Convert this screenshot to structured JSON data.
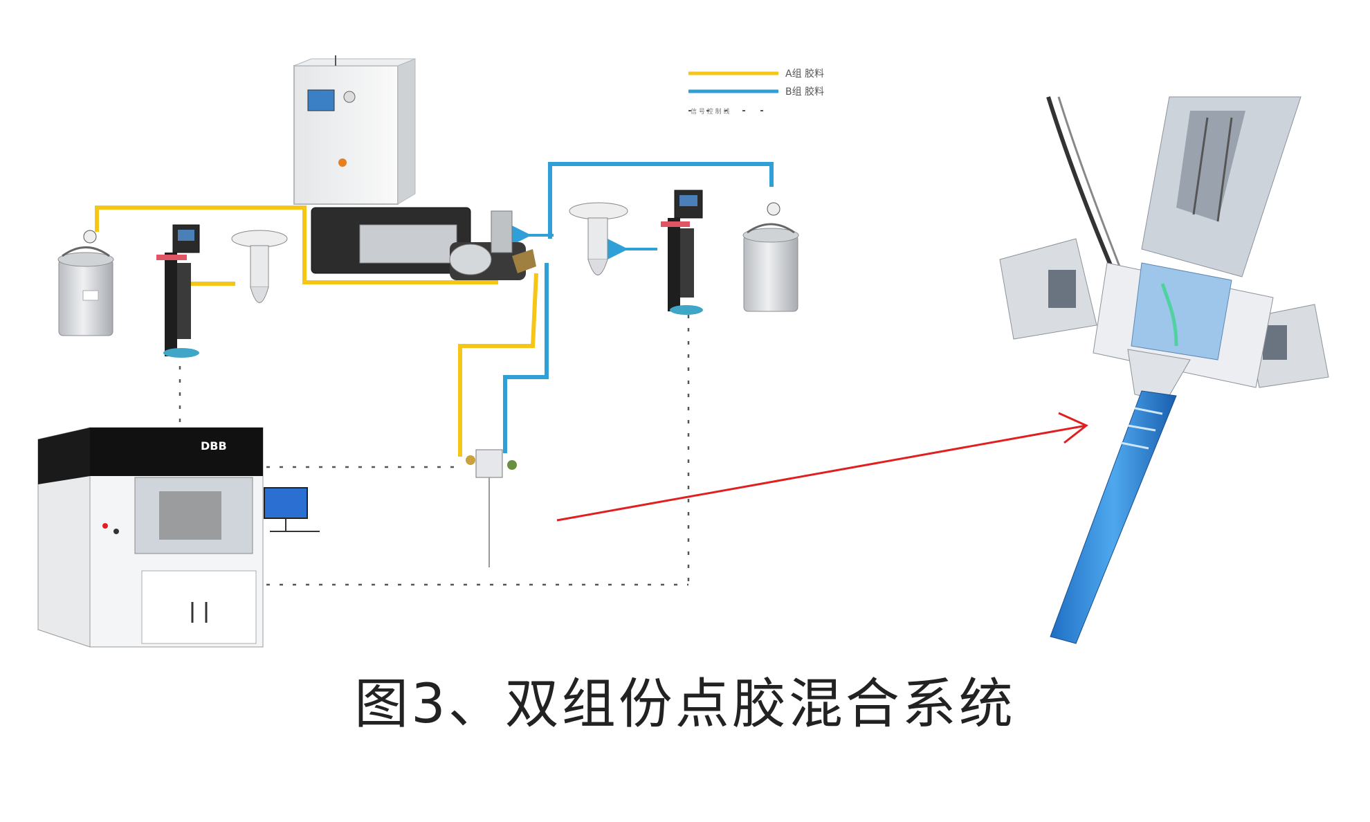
{
  "caption": "图3、双组份点胶混合系统",
  "legend": {
    "items": [
      {
        "color": "#f5c518",
        "label": "A组 胶料"
      },
      {
        "color": "#2f9fd8",
        "label": "B组 胶料"
      }
    ],
    "footnote": "信 号 控 制 线"
  },
  "machine_brand": "DBB",
  "colors": {
    "component_a": "#f5c518",
    "component_b": "#2f9fd8",
    "pointer_arrow": "#e02020",
    "signal_line": "#555555"
  }
}
